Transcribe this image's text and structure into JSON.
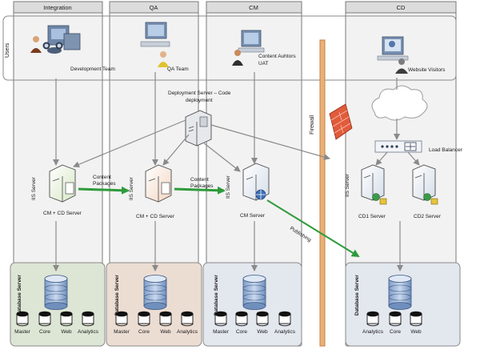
{
  "columns": [
    {
      "title": "Integration"
    },
    {
      "title": "QA"
    },
    {
      "title": "CM"
    },
    {
      "title": "CD"
    }
  ],
  "row_labels": {
    "users": "Users"
  },
  "actors": {
    "dev_team": "Development Team",
    "qa_team": "QA Team",
    "content_authors": "Content Auhtors",
    "uat": "UAT",
    "website_visitors": "Website Visitors"
  },
  "deployment_server": {
    "line1": "Deployment Server – Code",
    "line2": "deployment"
  },
  "servers": {
    "integration": "CM + CD Server",
    "qa": "CM + CD Server",
    "cm": "CM Server",
    "cd1": "CD1 Server",
    "cd2": "CD2 Server"
  },
  "iis_label": "IIS Server",
  "load_balancer": "Load Balancer",
  "firewall": "Firewall",
  "content_packages": {
    "line1": "Content",
    "line2": "Packages"
  },
  "publishing": "Publishing",
  "database_label": "Database Server",
  "db_names": {
    "cm_dbs": [
      "Master",
      "Core",
      "Web",
      "Analytics"
    ],
    "cd_dbs": [
      "Analytics",
      "Core",
      "Web"
    ]
  },
  "colors": {
    "integration_bg": "#dde6d5",
    "qa_bg": "#ecddd3",
    "cm_bg": "#e3e7ee",
    "cd_bg": "#e3e7ee",
    "firewall_bar": "#e9b07a",
    "green_arrow": "#2e9b3a"
  }
}
